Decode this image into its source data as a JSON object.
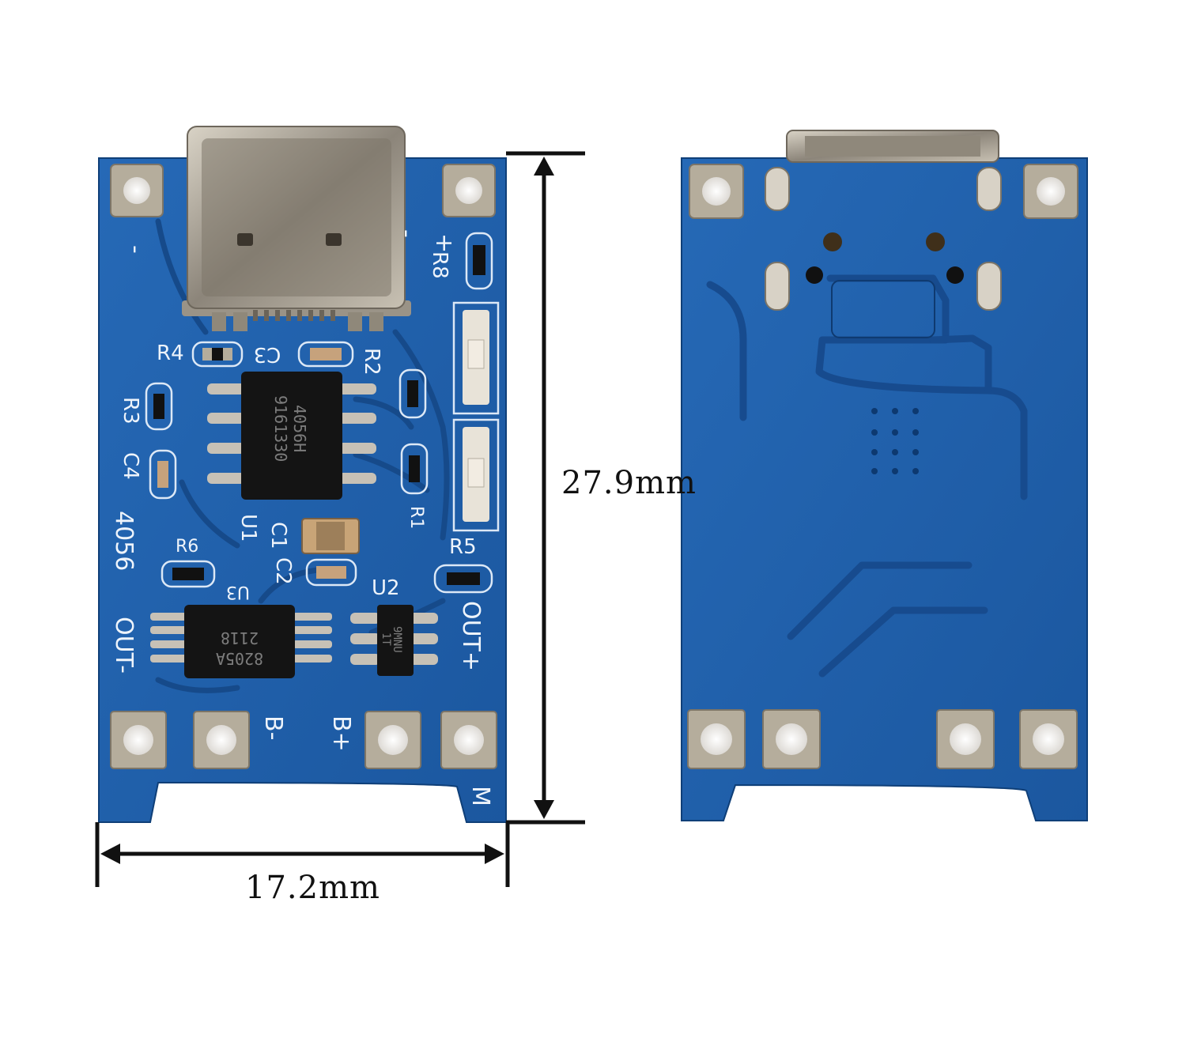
{
  "dimensions": {
    "width": "17.2mm",
    "height": "27.9mm"
  },
  "front_board": {
    "ic_main": {
      "line1": "4056H",
      "line2": "9161330"
    },
    "ic_protection": {
      "line1": "2118",
      "line2": "8205A"
    },
    "ic_small": {
      "line1": "9MNU",
      "line2": "1T"
    },
    "silkscreen": {
      "c3": "C3",
      "r4": "R4",
      "r2": "R2",
      "r3": "R3",
      "c4": "C4",
      "u1": "U1",
      "c1": "C1",
      "c2": "C2",
      "r6": "R6",
      "u3": "U3",
      "u2": "U2",
      "r1": "R1",
      "r5": "R5",
      "r8": "R8",
      "plus": "+",
      "minus": "-",
      "model": "4056",
      "out_minus": "OUT-",
      "out_plus": "OUT+",
      "b_minus": "B-",
      "b_plus": "B+",
      "m": "M"
    }
  },
  "colors": {
    "pcb": "#1f5ea8",
    "pcb_dark": "#164a8a",
    "trace": "#1a4c92",
    "pad": "#b9b2a3"
  }
}
